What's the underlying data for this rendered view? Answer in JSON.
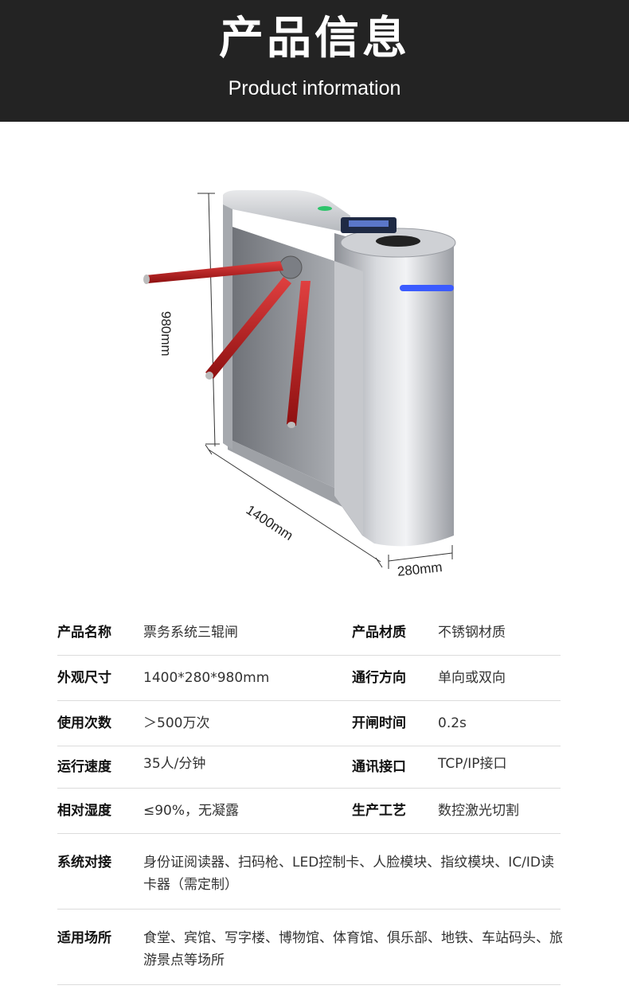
{
  "header": {
    "title": "产品信息",
    "subtitle": "Product information"
  },
  "figure": {
    "height_label": "980mm",
    "length_label": "1400mm",
    "width_label": "280mm",
    "colors": {
      "arm": "#c42020",
      "steel": "#b9bcc1",
      "indicator": "#3b5bff"
    }
  },
  "specs": {
    "rows": [
      {
        "l1": "产品名称",
        "v1": "票务系统三辊闸",
        "l2": "产品材质",
        "v2": "不锈钢材质"
      },
      {
        "l1": "外观尺寸",
        "v1": "1400*280*980mm",
        "l2": "通行方向",
        "v2": "单向或双向"
      },
      {
        "l1": "使用次数",
        "v1": "＞500万次",
        "l2": "开闸时间",
        "v2": "0.2s"
      },
      {
        "l1": "运行速度",
        "v1": "35人/分钟",
        "l2": "通讯接口",
        "v2": "TCP/IP接口"
      },
      {
        "l1": "相对湿度",
        "v1": "≤90%，无凝露",
        "l2": "生产工艺",
        "v2": "数控激光切割"
      }
    ],
    "wide": [
      {
        "label": "系统对接",
        "value": "身份证阅读器、扫码枪、LED控制卡、人脸模块、指纹模块、IC/ID读卡器（需定制）"
      },
      {
        "label": "适用场所",
        "value": "食堂、宾馆、写字楼、博物馆、体育馆、俱乐部、地铁、车站码头、旅游景点等场所"
      }
    ]
  }
}
